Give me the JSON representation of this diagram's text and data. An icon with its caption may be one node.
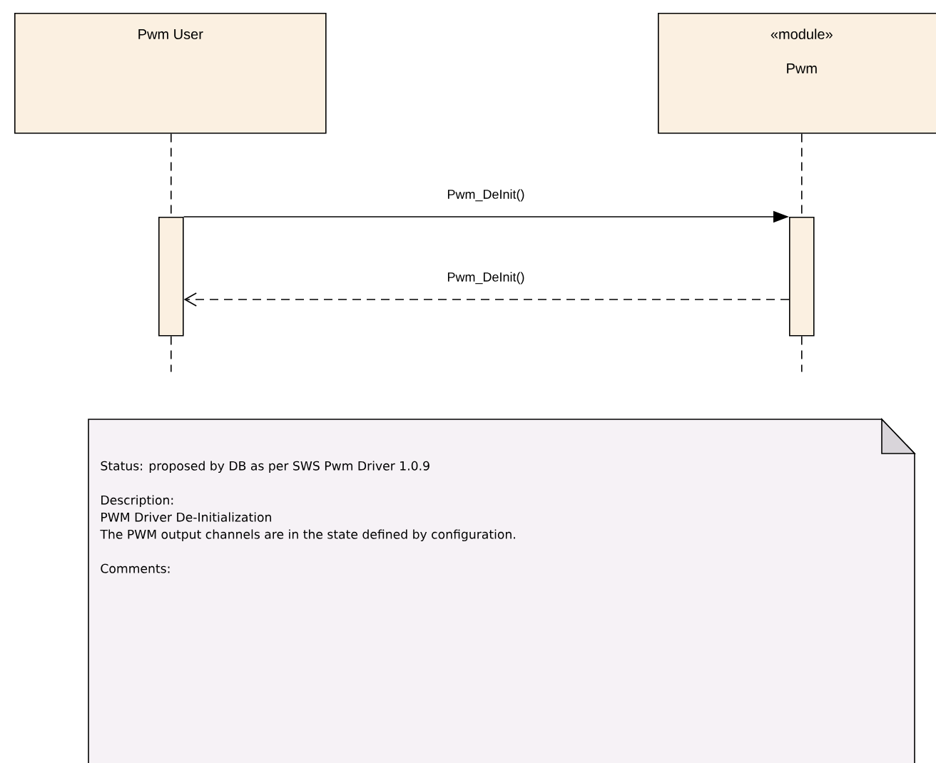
{
  "diagram": {
    "nodes": [
      {
        "text": [
          "Pwm User"
        ]
      },
      {
        "text": [
          "«module»",
          "Pwm"
        ]
      },
      {
        "text": [],
        "shape": "bar"
      },
      {
        "text": [],
        "shape": "bar"
      },
      {
        "text": [
          "Status: proposed by DB as per SWS Pwm Driver 1.0.9",
          "Description:",
          "PWM Driver De-Initialization",
          "The PWM output channels are in the state defined by configuration.",
          "Comments:"
        ]
      }
    ],
    "edges": [
      {
        "from": 0,
        "to": 2,
        "arrow": "none",
        "style": "dashed"
      },
      {
        "from": 1,
        "to": 3,
        "arrow": "none",
        "style": "dashed"
      },
      {
        "from": 2,
        "to": 3,
        "arrow": "to",
        "label": "Pwm_DeInit()"
      },
      {
        "from": 3,
        "to": 2,
        "arrow": "to",
        "style": "dashed",
        "label": "Pwm_DeInit()"
      },
      {
        "from": 2,
        "to": null,
        "arrow": "none",
        "style": "dashed"
      },
      {
        "from": 3,
        "to": null,
        "arrow": "none",
        "style": "dashed"
      }
    ]
  }
}
